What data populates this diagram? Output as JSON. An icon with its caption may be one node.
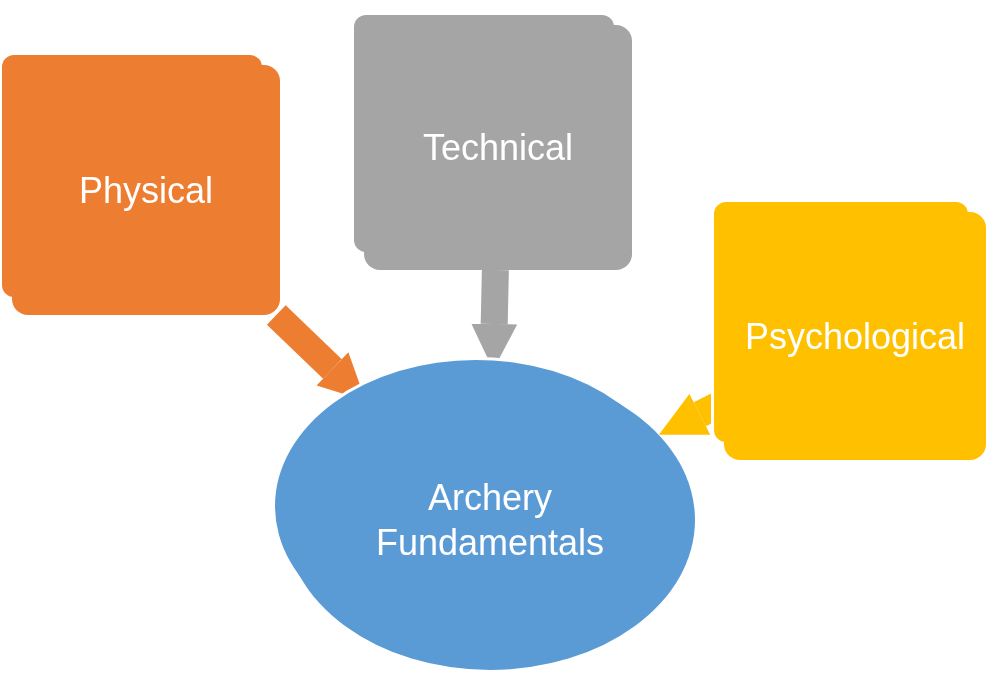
{
  "diagram": {
    "nodes": [
      {
        "text": [
          "Physical"
        ]
      },
      {
        "text": [
          "Technical"
        ]
      },
      {
        "text": [
          "Psychological"
        ]
      },
      {
        "text": [
          "Archery Fundamentals"
        ]
      }
    ],
    "edges": [
      {
        "from": 0,
        "to": 3,
        "arrow": "to",
        "color": "#ed7d31"
      },
      {
        "from": 1,
        "to": 3,
        "arrow": "to",
        "color": "#a5a5a5"
      },
      {
        "from": 2,
        "to": 3,
        "arrow": "to",
        "color": "#ffc000"
      }
    ]
  }
}
